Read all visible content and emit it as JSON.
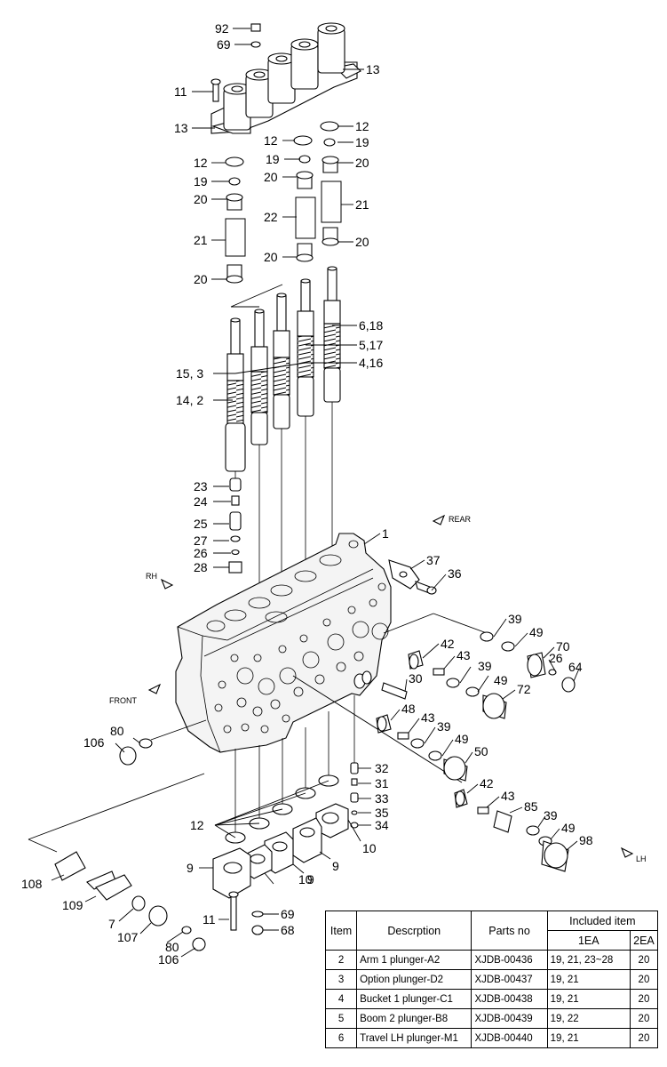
{
  "diagram": {
    "directions": {
      "rear": "REAR",
      "rh": "RH",
      "front": "FRONT",
      "lh": "LH"
    },
    "callouts": [
      "92",
      "69",
      "13",
      "11",
      "13",
      "12",
      "12",
      "19",
      "12",
      "19",
      "20",
      "19",
      "20",
      "20",
      "22",
      "21",
      "21",
      "20",
      "20",
      "20",
      "6,18",
      "5,17",
      "15, 3",
      "4,16",
      "14, 2",
      "23",
      "24",
      "25",
      "27",
      "26",
      "28",
      "1",
      "37",
      "36",
      "39",
      "49",
      "42",
      "43",
      "70",
      "26",
      "64",
      "39",
      "49",
      "30",
      "72",
      "80",
      "106",
      "48",
      "43",
      "39",
      "49",
      "50",
      "32",
      "31",
      "33",
      "35",
      "34",
      "42",
      "43",
      "85",
      "39",
      "49",
      "98",
      "12",
      "10",
      "9",
      "9",
      "10",
      "9",
      "108",
      "109",
      "7",
      "107",
      "80",
      "106",
      "11",
      "69",
      "68"
    ]
  },
  "table": {
    "headers": {
      "item": "Item",
      "description": "Descrption",
      "parts_no": "Parts no",
      "included": "Included item",
      "ea1": "1EA",
      "ea2": "2EA"
    },
    "rows": [
      {
        "item": "2",
        "description": "Arm 1 plunger-A2",
        "parts_no": "XJDB-00436",
        "ea1": "19, 21, 23~28",
        "ea2": "20"
      },
      {
        "item": "3",
        "description": "Option plunger-D2",
        "parts_no": "XJDB-00437",
        "ea1": "19, 21",
        "ea2": "20"
      },
      {
        "item": "4",
        "description": "Bucket 1 plunger-C1",
        "parts_no": "XJDB-00438",
        "ea1": "19, 21",
        "ea2": "20"
      },
      {
        "item": "5",
        "description": "Boom 2 plunger-B8",
        "parts_no": "XJDB-00439",
        "ea1": "19, 22",
        "ea2": "20"
      },
      {
        "item": "6",
        "description": "Travel LH plunger-M1",
        "parts_no": "XJDB-00440",
        "ea1": "19, 21",
        "ea2": "20"
      }
    ]
  }
}
